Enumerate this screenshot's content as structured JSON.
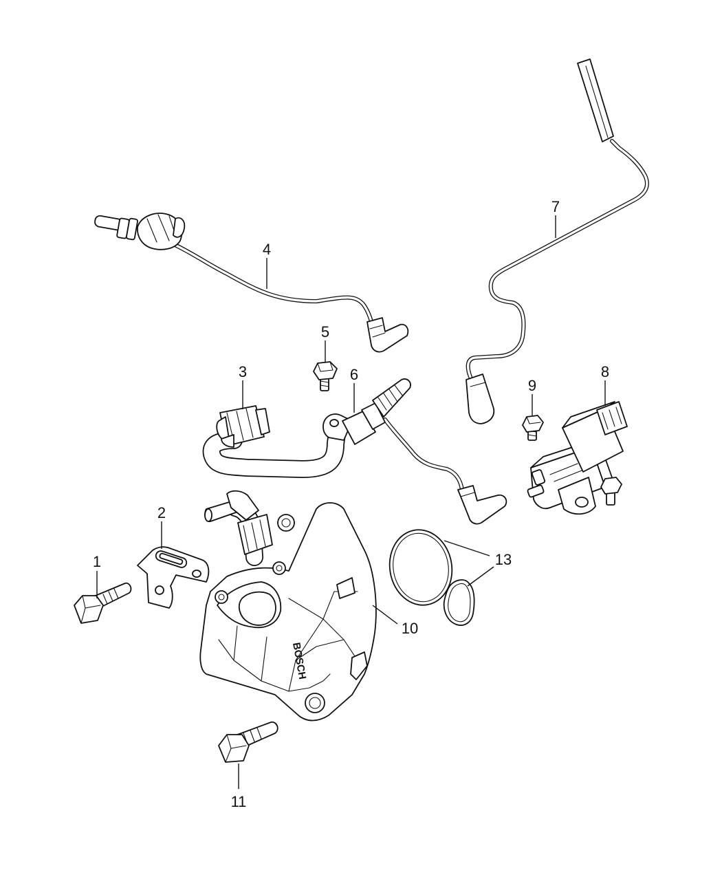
{
  "diagram": {
    "callouts": {
      "c1": "1",
      "c2": "2",
      "c3": "3",
      "c4": "4",
      "c5": "5",
      "c6": "6",
      "c7": "7",
      "c8": "8",
      "c9": "9",
      "c10": "10",
      "c11": "11",
      "c13": "13"
    },
    "pump_brand": "BOSCH"
  }
}
